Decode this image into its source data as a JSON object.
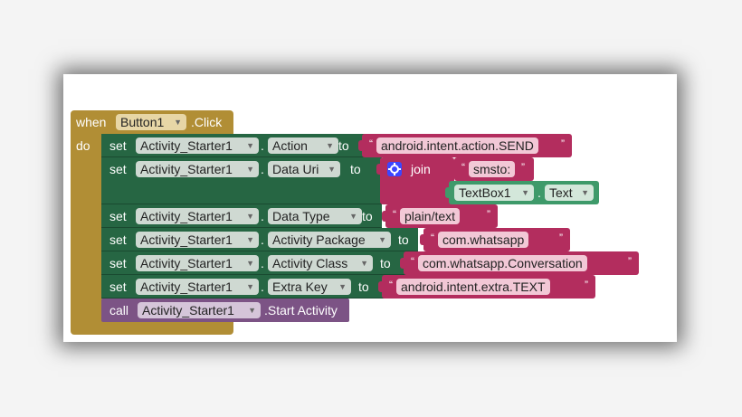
{
  "event": {
    "when": "when",
    "component": "Button1",
    "event_name": ".Click",
    "do": "do"
  },
  "kw": {
    "set": "set",
    "to": "to",
    "dot": ".",
    "call": "call",
    "join": "join",
    "open_q": "“",
    "close_q": "”"
  },
  "rows": [
    {
      "component": "Activity_Starter1",
      "property": "Action",
      "value": "android.intent.action.SEND"
    },
    {
      "component": "Activity_Starter1",
      "property": "Data Uri",
      "join": [
        "smsto:",
        {
          "component": "TextBox1",
          "property": "Text"
        }
      ]
    },
    {
      "component": "Activity_Starter1",
      "property": "Data Type",
      "value": "plain/text"
    },
    {
      "component": "Activity_Starter1",
      "property": "Activity Package",
      "value": "com.whatsapp"
    },
    {
      "component": "Activity_Starter1",
      "property": "Activity Class",
      "value": "com.whatsapp.Conversation"
    },
    {
      "component": "Activity_Starter1",
      "property": "Extra Key",
      "value": "android.intent.extra.TEXT"
    }
  ],
  "call": {
    "component": "Activity_Starter1",
    "method": ".Start Activity"
  },
  "icons": {
    "dropdown": "▼",
    "gear": "gear-icon"
  },
  "colors": {
    "event": "#b18e35",
    "setter": "#266643",
    "text": "#b32d5e",
    "call": "#7c5385",
    "textbox": "#3e9a6a"
  }
}
